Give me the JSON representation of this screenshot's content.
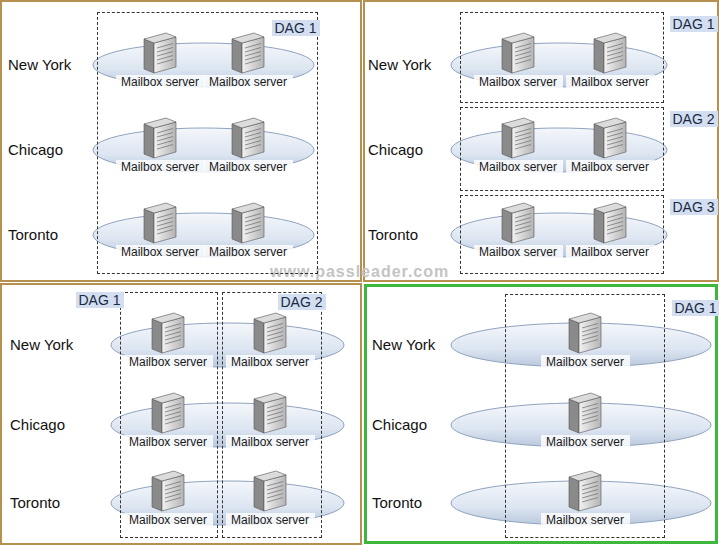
{
  "diagram": {
    "nodes": [
      {
        "text": [
          "DAG 1"
        ]
      },
      {
        "text": [
          "New York"
        ]
      },
      {
        "text": [
          "Mailbox server"
        ],
        "in": 1
      },
      {
        "text": [
          "Mailbox server"
        ],
        "in": 1
      },
      {
        "text": [
          "Chicago"
        ]
      },
      {
        "text": [
          "Mailbox server"
        ],
        "in": 4
      },
      {
        "text": [
          "Mailbox server"
        ],
        "in": 4
      },
      {
        "text": [
          "Toronto"
        ]
      },
      {
        "text": [
          "Mailbox server"
        ],
        "in": 7
      },
      {
        "text": [
          "Mailbox server"
        ],
        "in": 7
      },
      {
        "text": [
          "DAG 1"
        ]
      },
      {
        "text": [
          "DAG 2"
        ]
      },
      {
        "text": [
          "DAG 3"
        ]
      },
      {
        "text": [
          "New York"
        ]
      },
      {
        "text": [
          "Mailbox server"
        ],
        "in": 13
      },
      {
        "text": [
          "Mailbox server"
        ],
        "in": 13
      },
      {
        "text": [
          "Chicago"
        ]
      },
      {
        "text": [
          "Mailbox server"
        ],
        "in": 16
      },
      {
        "text": [
          "Mailbox server"
        ],
        "in": 16
      },
      {
        "text": [
          "Toronto"
        ]
      },
      {
        "text": [
          "Mailbox server"
        ],
        "in": 19
      },
      {
        "text": [
          "Mailbox server"
        ],
        "in": 19
      },
      {
        "text": [
          "DAG 1"
        ]
      },
      {
        "text": [
          "DAG 2"
        ]
      },
      {
        "text": [
          "New York"
        ]
      },
      {
        "text": [
          "Mailbox server"
        ],
        "in": 24
      },
      {
        "text": [
          "Mailbox server"
        ],
        "in": 24
      },
      {
        "text": [
          "Chicago"
        ]
      },
      {
        "text": [
          "Mailbox server"
        ],
        "in": 27
      },
      {
        "text": [
          "Mailbox server"
        ],
        "in": 27
      },
      {
        "text": [
          "Toronto"
        ]
      },
      {
        "text": [
          "Mailbox server"
        ],
        "in": 30
      },
      {
        "text": [
          "Mailbox server"
        ],
        "in": 30
      },
      {
        "text": [
          "DAG 1"
        ]
      },
      {
        "text": [
          "New York"
        ]
      },
      {
        "text": [
          "Mailbox server"
        ],
        "in": 34
      },
      {
        "text": [
          "Chicago"
        ]
      },
      {
        "text": [
          "Mailbox server"
        ],
        "in": 36
      },
      {
        "text": [
          "Toronto"
        ]
      },
      {
        "text": [
          "Mailbox server"
        ],
        "in": 38
      }
    ],
    "labels": [
      "www.passleader.com"
    ]
  }
}
